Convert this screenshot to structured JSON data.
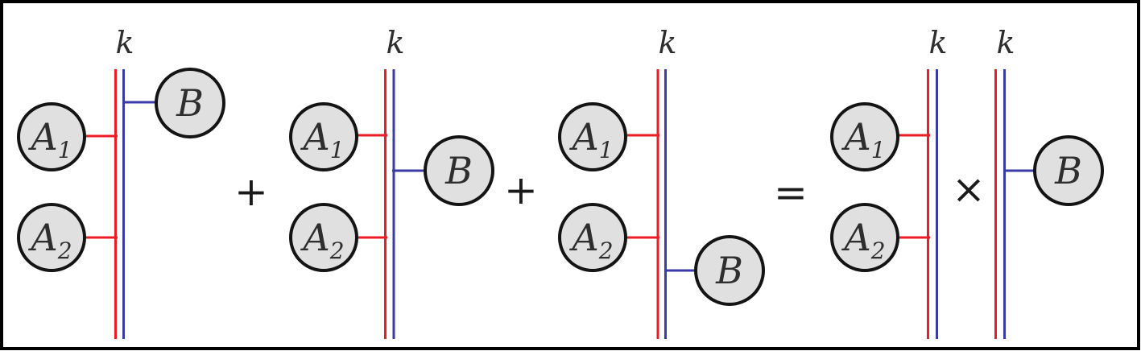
{
  "colors": {
    "red_line": "#ed1c24",
    "blue_line": "#3b3ba8",
    "node_fill": "#e0e0e0",
    "node_stroke": "#141414",
    "label_text": "#2e2e2e",
    "operator_text": "#1a1a1a",
    "background": "#ffffff",
    "frame_border": "#000000"
  },
  "terms": [
    {
      "bond_label": "k",
      "nodes": {
        "a1": {
          "base": "A",
          "sub": "1"
        },
        "a2": {
          "base": "A",
          "sub": "2"
        },
        "b": {
          "label": "B"
        }
      }
    },
    {
      "bond_label": "k",
      "nodes": {
        "a1": {
          "base": "A",
          "sub": "1"
        },
        "a2": {
          "base": "A",
          "sub": "2"
        },
        "b": {
          "label": "B"
        }
      }
    },
    {
      "bond_label": "k",
      "nodes": {
        "a1": {
          "base": "A",
          "sub": "1"
        },
        "a2": {
          "base": "A",
          "sub": "2"
        },
        "b": {
          "label": "B"
        }
      }
    },
    {
      "bond_label": "k",
      "nodes": {
        "a1": {
          "base": "A",
          "sub": "1"
        },
        "a2": {
          "base": "A",
          "sub": "2"
        }
      }
    },
    {
      "bond_label": "k",
      "nodes": {
        "b": {
          "label": "B"
        }
      }
    }
  ],
  "operators": {
    "plus_1": "+",
    "plus_2": "+",
    "equals": "=",
    "times": "×"
  }
}
